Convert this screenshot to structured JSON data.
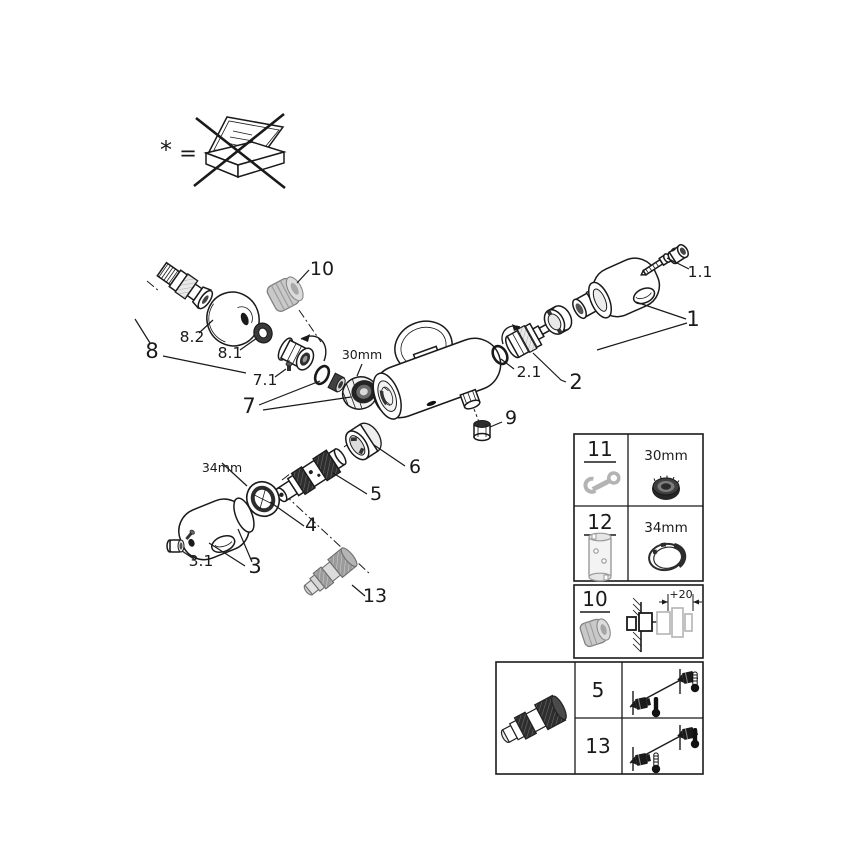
{
  "colors": {
    "line": "#1a1a1a",
    "grey_part": "#c9c9c9",
    "dark_part": "#2b2b2b",
    "tool_grey": "#b3b3b3",
    "background": "#ffffff"
  },
  "legend": {
    "asterisk": "*",
    "equals": "=",
    "icon": "crossed-out-carton-icon"
  },
  "callouts": {
    "p1": "1",
    "p1_1": "1.1",
    "p2": "2",
    "p2_1": "2.1",
    "p3": "3",
    "p3_1": "3.1",
    "p4": "4",
    "p5": "5",
    "p6": "6",
    "p7": "7",
    "p7_1": "7.1",
    "p8": "8",
    "p8_1": "8.1",
    "p8_2": "8.2",
    "p9": "9",
    "p10": "10",
    "p13": "13"
  },
  "dimension_labels": {
    "nut_size": "30mm",
    "ring_size": "34mm"
  },
  "table": {
    "row_11": {
      "ref": "11",
      "tool_icon": "open-end-wrench-icon",
      "size": "30mm",
      "size_icon": "cap-nut-icon"
    },
    "row_12": {
      "ref": "12",
      "tool_icon": "socket-spanner-icon",
      "size": "34mm",
      "size_icon": "stop-ring-icon"
    },
    "row_10": {
      "ref": "10",
      "part_icon": "cover-cap-icon",
      "note_icon": "wall-extension-icon",
      "dimension": "+20"
    },
    "row_5": {
      "ref": "5",
      "note_icon": "reversed-hot-cold-icon"
    },
    "row_13": {
      "ref": "13",
      "note_icon": "reversed-hot-cold-icon"
    },
    "spare_part_icon": "check-valve-icon"
  }
}
